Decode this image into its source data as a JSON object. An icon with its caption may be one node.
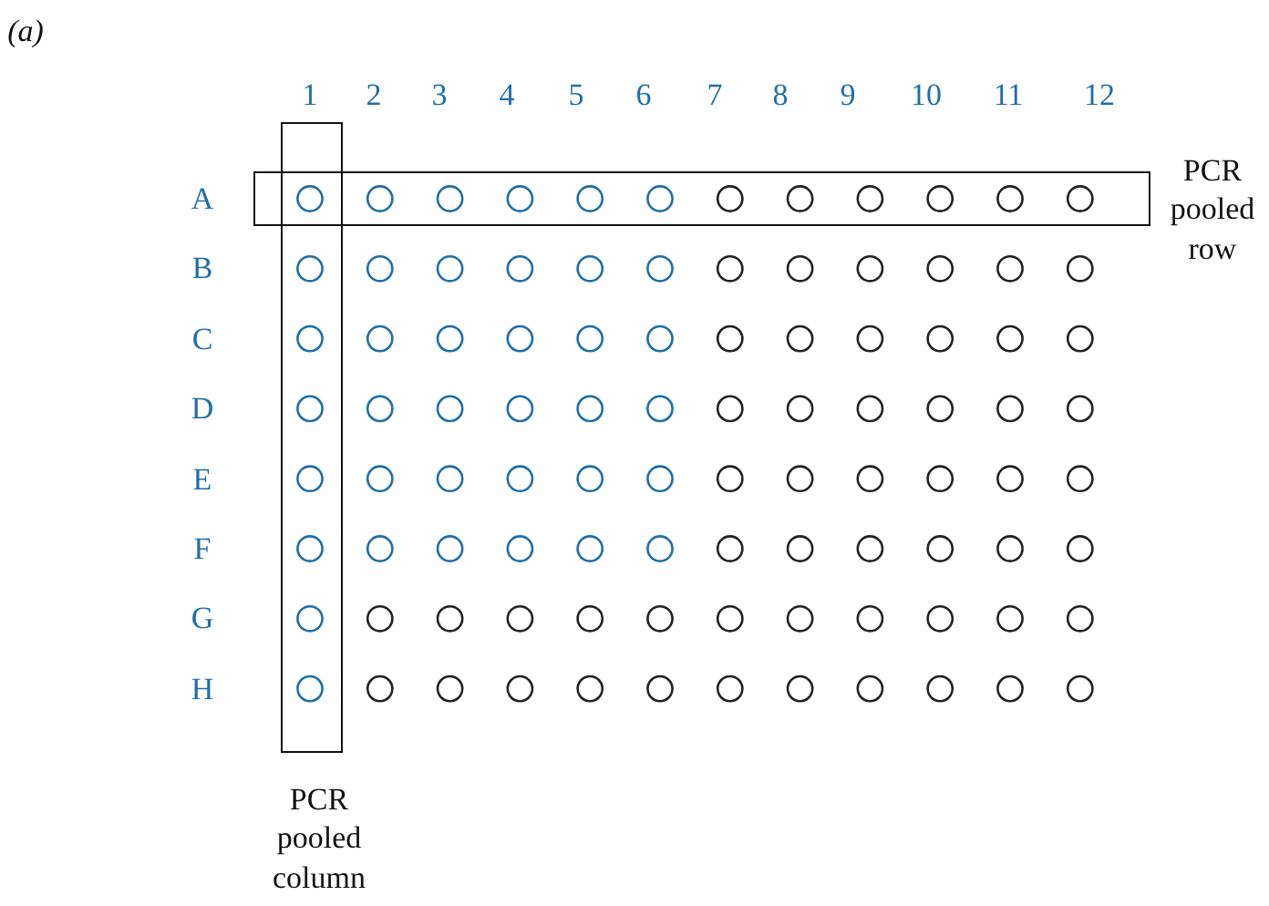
{
  "diagram": {
    "nodes": [
      {
        "text": [],
        "shape": "box",
        "beside": [
          "PCR pooled row"
        ]
      },
      {
        "text": [],
        "shape": "box",
        "beside": [
          "PCR pooled column"
        ]
      }
    ],
    "labels": [
      "(a)",
      "1",
      "2",
      "3",
      "4",
      "5",
      "6",
      "7",
      "8",
      "9",
      "10",
      "11",
      "12",
      "A",
      "B",
      "C",
      "D",
      "E",
      "F",
      "G",
      "H"
    ]
  }
}
